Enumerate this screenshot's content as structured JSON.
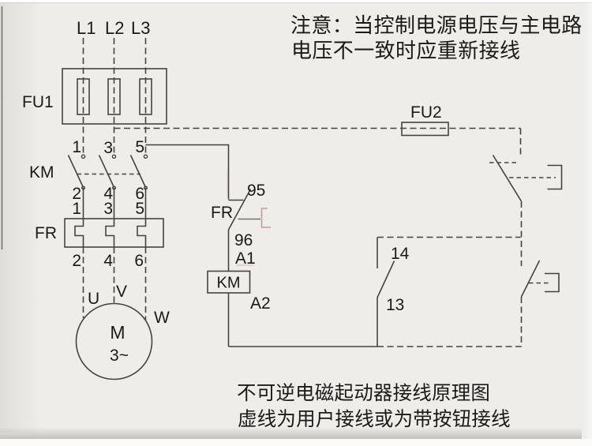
{
  "colors": {
    "background": "#eeedea",
    "line": "#454440",
    "text": "#1b1a18",
    "artifact_red": "#b24a40"
  },
  "note": {
    "line1": "注意：当控制电源电压与主电路",
    "line2": "电压不一致时应重新接线"
  },
  "caption": {
    "line1": "不可逆电磁起动器接线原理图",
    "line2": "虚线为用户接线或为带按钮接线"
  },
  "phases": {
    "l1": "L1",
    "l2": "L2",
    "l3": "L3"
  },
  "components": {
    "main_fuse": "FU1",
    "control_fuse": "FU2",
    "contactor_main": "KM",
    "thermal_relay_main": "FR",
    "thermal_relay_aux": "FR",
    "contactor_coil": "KM"
  },
  "motor": {
    "u": "U",
    "v": "V",
    "w": "W",
    "symbol": "M",
    "phase": "3~"
  },
  "terminals": {
    "km_top": [
      "1",
      "3",
      "5"
    ],
    "km_bottom": [
      "2",
      "4",
      "6"
    ],
    "fr_top": [
      "1",
      "3",
      "5"
    ],
    "fr_bottom": [
      "2",
      "4",
      "6"
    ],
    "fr_aux_top": "95",
    "fr_aux_bottom": "96",
    "coil_in": "A1",
    "coil_out": "A2",
    "aux_contact_top": "14",
    "aux_contact_bottom": "13"
  }
}
